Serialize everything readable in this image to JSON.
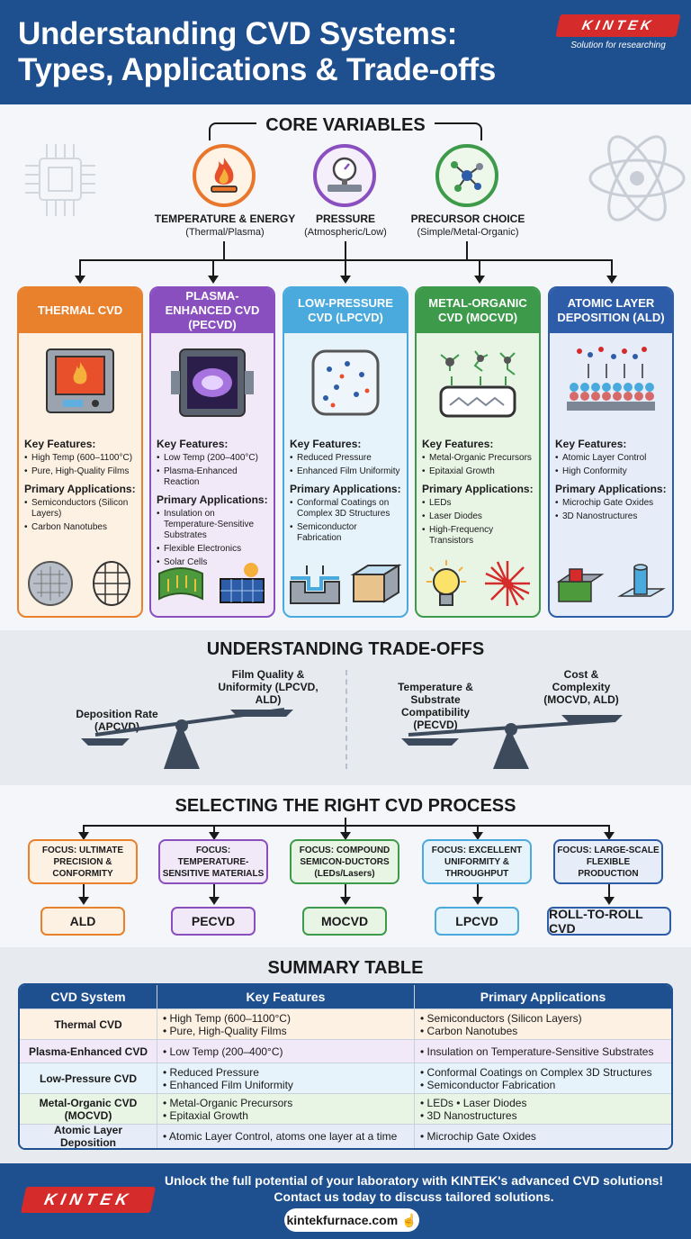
{
  "header": {
    "title_line1": "Understanding CVD Systems:",
    "title_line2": "Types, Applications & Trade-offs",
    "brand": "KINTEK",
    "tagline": "Solution for researching"
  },
  "core": {
    "title": "CORE VARIABLES",
    "variables": [
      {
        "label": "TEMPERATURE & ENERGY",
        "sub": "(Thermal/Plasma)",
        "icon": "flame-icon",
        "color": "#e8762c"
      },
      {
        "label": "PRESSURE",
        "sub": "(Atmospheric/Low)",
        "icon": "pressure-gauge-icon",
        "color": "#8a4fbf"
      },
      {
        "label": "PRECURSOR CHOICE",
        "sub": "(Simple/Metal-Organic)",
        "icon": "molecule-icon",
        "color": "#3d9a4b"
      }
    ]
  },
  "columns": [
    {
      "title": "THERMAL CVD",
      "color": "#e8802c",
      "bg": "#fdf1e4",
      "features_h": "Key Features:",
      "features": [
        "High Temp (600–1100°C)",
        "Pure, High-Quality Films"
      ],
      "apps_h": "Primary Applications:",
      "apps": [
        "Semiconductors (Silicon Layers)",
        "Carbon Nanotubes"
      ]
    },
    {
      "title": "PLASMA-ENHANCED CVD (PECVD)",
      "color": "#8a4fbf",
      "bg": "#f1e9f8",
      "features_h": "Key Features:",
      "features": [
        "Low Temp (200–400°C)",
        "Plasma-Enhanced Reaction"
      ],
      "apps_h": "Primary Applications:",
      "apps": [
        "Insulation on Temperature-Sensitive Substrates",
        "Flexible Electronics",
        "Solar Cells"
      ]
    },
    {
      "title": "LOW-PRESSURE CVD (LPCVD)",
      "color": "#4aa9dd",
      "bg": "#e6f3fb",
      "features_h": "Key Features:",
      "features": [
        "Reduced Pressure",
        "Enhanced Film Uniformity"
      ],
      "apps_h": "Primary Applications:",
      "apps": [
        "Conformal Coatings on Complex 3D Structures",
        "Semiconductor Fabrication"
      ]
    },
    {
      "title": "METAL-ORGANIC CVD (MOCVD)",
      "color": "#3d9a4b",
      "bg": "#e8f5e5",
      "features_h": "Key Features:",
      "features": [
        "Metal-Organic Precursors",
        "Epitaxial Growth"
      ],
      "apps_h": "Primary Applications:",
      "apps": [
        "LEDs",
        "Laser Diodes",
        "High-Frequency Transistors"
      ]
    },
    {
      "title": "ATOMIC LAYER DEPOSITION (ALD)",
      "color": "#2d5ca8",
      "bg": "#e6edf8",
      "features_h": "Key Features:",
      "features": [
        "Atomic Layer Control",
        "High Conformity"
      ],
      "apps_h": "Primary Applications:",
      "apps": [
        "Microchip Gate Oxides",
        "3D Nanostructures"
      ]
    }
  ],
  "tradeoffs": {
    "title": "UNDERSTANDING TRADE-OFFS",
    "left_low": "Deposition Rate (APCVD)",
    "left_high": "Film Quality & Uniformity (LPCVD, ALD)",
    "right_low": "Temperature & Substrate Compatibility (PECVD)",
    "right_high": "Cost & Complexity (MOCVD, ALD)"
  },
  "selecting": {
    "title": "SELECTING THE RIGHT CVD PROCESS",
    "items": [
      {
        "focus": "FOCUS: ULTIMATE PRECISION & CONFORMITY",
        "result": "ALD",
        "color": "#e8802c",
        "bg": "#fdf1e4"
      },
      {
        "focus": "FOCUS: TEMPERATURE-SENSITIVE MATERIALS",
        "result": "PECVD",
        "color": "#8a4fbf",
        "bg": "#f1e9f8"
      },
      {
        "focus": "FOCUS: COMPOUND SEMICON-DUCTORS (LEDs/Lasers)",
        "result": "MOCVD",
        "color": "#3d9a4b",
        "bg": "#e8f5e5"
      },
      {
        "focus": "FOCUS: EXCELLENT UNIFORMITY & THROUGHPUT",
        "result": "LPCVD",
        "color": "#4aa9dd",
        "bg": "#e6f3fb"
      },
      {
        "focus": "FOCUS: LARGE-SCALE FLEXIBLE PRODUCTION",
        "result": "ROLL-TO-ROLL CVD",
        "color": "#2d5ca8",
        "bg": "#e6edf8"
      }
    ]
  },
  "table": {
    "title": "SUMMARY TABLE",
    "headers": [
      "CVD System",
      "Key Features",
      "Primary Applications"
    ],
    "rows": [
      {
        "system": "Thermal CVD",
        "features": [
          "• High Temp (600–1100°C)",
          "• Pure, High-Quality Films"
        ],
        "apps": [
          "• Semiconductors (Silicon Layers)",
          "• Carbon Nanotubes"
        ],
        "bg": "#fdf1e4"
      },
      {
        "system": "Plasma-Enhanced CVD",
        "features": [
          "• Low Temp (200–400°C)"
        ],
        "apps": [
          "• Insulation on Temperature-Sensitive Substrates"
        ],
        "bg": "#f1e9f8"
      },
      {
        "system": "Low-Pressure CVD",
        "features": [
          "• Reduced Pressure",
          "• Enhanced Film Uniformity"
        ],
        "apps": [
          "• Conformal Coatings on Complex 3D Structures",
          "• Semiconductor Fabrication"
        ],
        "bg": "#e6f3fb"
      },
      {
        "system": "Metal-Organic CVD (MOCVD)",
        "features": [
          "• Metal-Organic Precursors",
          "• Epitaxial Growth"
        ],
        "apps": [
          "• LEDs • Laser Diodes",
          "• 3D Nanostructures"
        ],
        "bg": "#e8f5e5"
      },
      {
        "system": "Atomic Layer Deposition",
        "features": [
          "• Atomic Layer Control, atoms one layer at a time"
        ],
        "apps": [
          "• Microchip Gate Oxides"
        ],
        "bg": "#e6edf8"
      }
    ]
  },
  "footer": {
    "line1": "Unlock the full potential of your laboratory with KINTEK's advanced CVD solutions!",
    "line2": "Contact us today to discuss tailored solutions.",
    "brand": "KINTEK",
    "url": "kintekfurnace.com"
  }
}
